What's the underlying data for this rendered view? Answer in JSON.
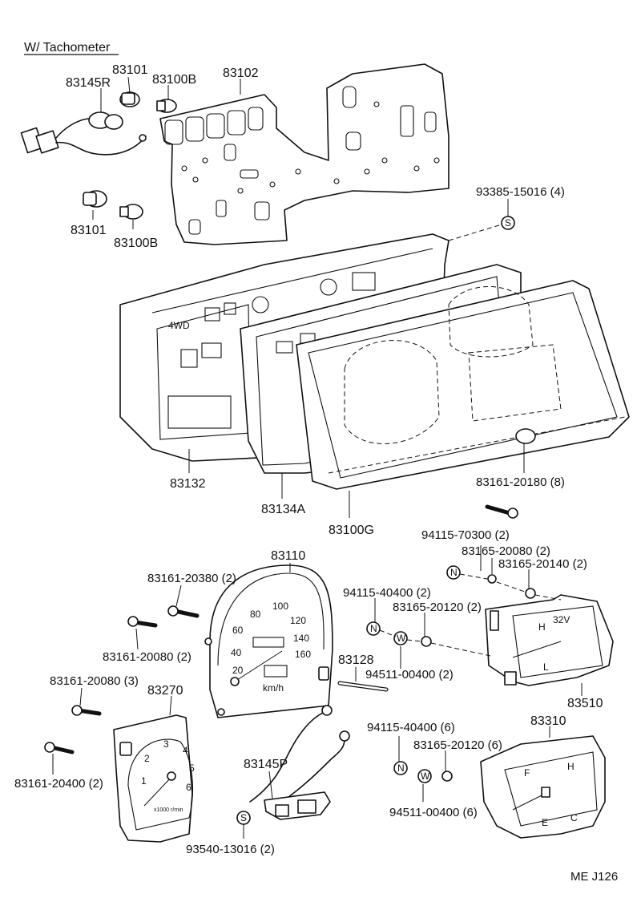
{
  "heading": "W/ Tachometer",
  "code": "ME  J126",
  "labels": {
    "p83101_top": "83101",
    "p83145R": "83145R",
    "p83100B_top": "83100B",
    "p83102": "83102",
    "p93385": "93385-15016 (4)",
    "p83101_bot": "83101",
    "p83100B_bot": "83100B",
    "p83132": "83132",
    "p83134A": "83134A",
    "p83100G": "83100G",
    "p83161_20180": "83161-20180 (8)",
    "p94115_70300": "94115-70300 (2)",
    "p83165_20080": "83165-20080 (2)",
    "p83165_20140": "83165-20140 (2)",
    "p83110": "83110",
    "p83161_20380": "83161-20380 (2)",
    "p94115_40400_a": "94115-40400 (2)",
    "p83165_20120_a": "83165-20120 (2)",
    "p83161_20080_2": "83161-20080 (2)",
    "p83128": "83128",
    "p94511_00400_a": "94511-00400 (2)",
    "p83510": "83510",
    "p83161_20080_3": "83161-20080 (3)",
    "p83270": "83270",
    "p94115_40400_b": "94115-40400 (6)",
    "p83310": "83310",
    "p83165_20120_b": "83165-20120 (6)",
    "p83145P": "83145P",
    "p83161_20400": "83161-20400 (2)",
    "p94511_00400_b": "94511-00400 (6)",
    "p93540": "93540-13016 (2)"
  },
  "symbols": {
    "s": "S",
    "n": "N",
    "w": "W"
  },
  "panel_text": {
    "fourwd": "4WD"
  },
  "speedo": {
    "ticks": [
      "20",
      "40",
      "60",
      "80",
      "100",
      "120",
      "140",
      "160"
    ],
    "unit": "km/h"
  },
  "tacho": {
    "ticks": [
      "1",
      "2",
      "3",
      "4",
      "5",
      "6"
    ],
    "unit": "x1000 r/min"
  },
  "fuel_temp_gauge": {
    "h": "H",
    "l": "L",
    "e": "E",
    "c": "C",
    "f": "F",
    "h2": "H"
  },
  "volt_gauge": {
    "v": "32V"
  }
}
